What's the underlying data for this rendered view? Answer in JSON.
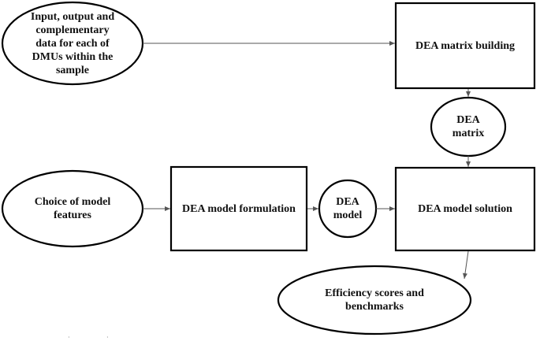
{
  "nodes": {
    "input_data": "Input, output and\ncomplementary\ndata for each of\nDMUs within the\nsample",
    "matrix_building": "DEA matrix building",
    "dea_matrix": "DEA\nmatrix",
    "model_features": "Choice of model\nfeatures",
    "model_formulation": "DEA model formulation",
    "dea_model": "DEA\nmodel",
    "model_solution": "DEA model solution",
    "efficiency_scores": "Efficiency scores and\nbenchmarks"
  },
  "edges": [
    {
      "from": "input_data",
      "to": "matrix_building"
    },
    {
      "from": "matrix_building",
      "to": "dea_matrix"
    },
    {
      "from": "dea_matrix",
      "to": "model_solution"
    },
    {
      "from": "model_features",
      "to": "model_formulation"
    },
    {
      "from": "model_formulation",
      "to": "dea_model"
    },
    {
      "from": "dea_model",
      "to": "model_solution"
    },
    {
      "from": "model_solution",
      "to": "efficiency_scores"
    }
  ]
}
